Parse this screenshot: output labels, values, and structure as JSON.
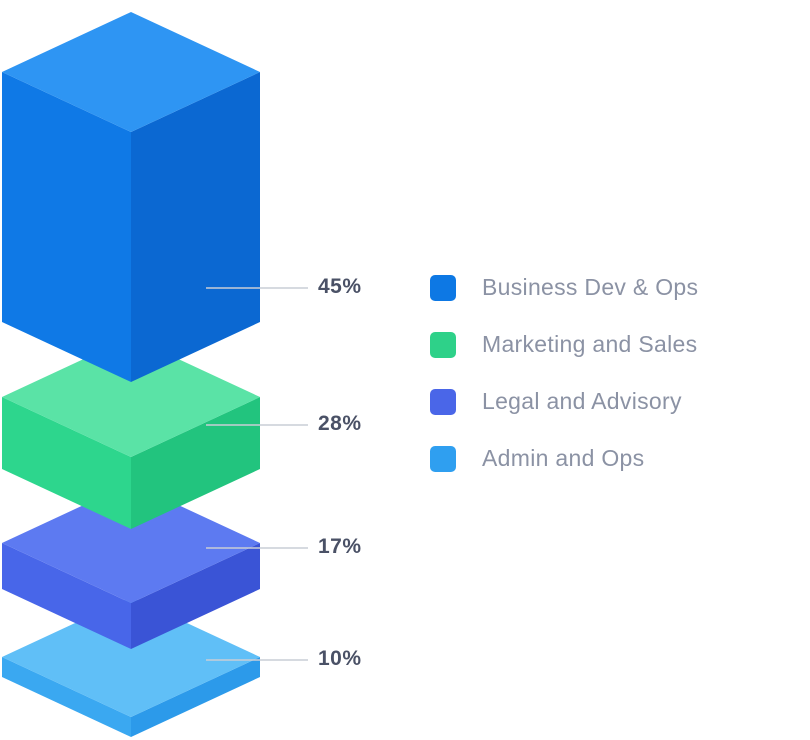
{
  "chart_data": {
    "type": "bar",
    "variant": "isometric-exploded-stack",
    "title": "",
    "legend_position": "right",
    "background": "#ffffff",
    "leader_line_color": "#c9cdd6",
    "value_label_color": "#4a5166",
    "legend_label_color": "#8b92a4",
    "segments": [
      {
        "label": "Business Dev & Ops",
        "value": 45,
        "value_label": "45%",
        "color_top": "#2e95f3",
        "color_left": "#0f79e6",
        "color_right": "#0b68d2",
        "color_legend": "#0d78e4"
      },
      {
        "label": "Marketing and Sales",
        "value": 28,
        "value_label": "28%",
        "color_top": "#5ae3a6",
        "color_left": "#2dd68d",
        "color_right": "#22c47e",
        "color_legend": "#2ed189"
      },
      {
        "label": "Legal and Advisory",
        "value": 17,
        "value_label": "17%",
        "color_top": "#5d7af1",
        "color_left": "#4866e9",
        "color_right": "#3a54d6",
        "color_legend": "#4a66e8"
      },
      {
        "label": "Admin and Ops",
        "value": 10,
        "value_label": "10%",
        "color_top": "#60bff7",
        "color_left": "#3aa8f1",
        "color_right": "#2c9aea",
        "color_legend": "#2f9ff0"
      }
    ]
  }
}
